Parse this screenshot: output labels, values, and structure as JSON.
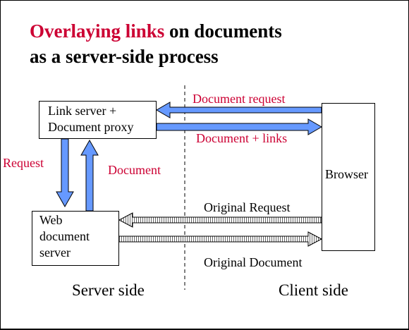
{
  "title": {
    "line1_highlight": "Overlaying links",
    "line1_rest": " on documents",
    "line2": "as a server-side process"
  },
  "boxes": {
    "link_server": {
      "line1": "Link server +",
      "line2": "Document proxy"
    },
    "web_server": {
      "line1": "Web",
      "line2": "document",
      "line3": "server"
    },
    "browser": "Browser"
  },
  "labels": {
    "document_request": "Document request",
    "document_links": "Document + links",
    "request": "Request",
    "document": "Document",
    "original_request": "Original Request",
    "original_document": "Original Document"
  },
  "sides": {
    "server": "Server side",
    "client": "Client side"
  },
  "colors": {
    "highlight": "#cc0033",
    "arrow_fill": "#6699ff",
    "hatched_arrow_fill": "#bbbbbb",
    "outline": "#000000"
  }
}
